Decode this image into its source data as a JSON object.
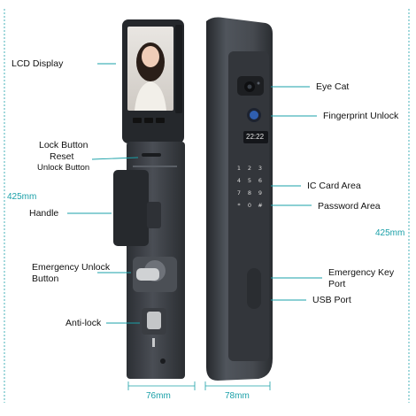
{
  "labels": {
    "lcd_display": "LCD Display",
    "lock_button": "Lock Button",
    "reset": "Reset",
    "unlock_button": "Unlock Button",
    "handle": "Handle",
    "emergency_unlock_line1": "Emergency Unlock",
    "emergency_unlock_line2": "Button",
    "anti_lock": "Anti-lock",
    "eye_cat": "Eye Cat",
    "fingerprint_unlock": "Fingerprint Unlock",
    "ic_card_area": "IC Card Area",
    "password_area": "Password Area",
    "emergency_key_line1": "Emergency Key",
    "emergency_key_line2": "Port",
    "usb_port": "USB Port"
  },
  "dimensions": {
    "height_left": "425mm",
    "height_right": "425mm",
    "width_front": "76mm",
    "width_side": "78mm"
  },
  "screen_time": "22:22",
  "keypad_keys": [
    "1",
    "2",
    "3",
    "4",
    "5",
    "6",
    "7",
    "8",
    "9",
    "*",
    "0",
    "#"
  ],
  "colors": {
    "accent": "#1aa0a8",
    "lock_body": "#3f4349",
    "lock_dark": "#1f2226",
    "fingerprint": "#2f5fb0"
  }
}
